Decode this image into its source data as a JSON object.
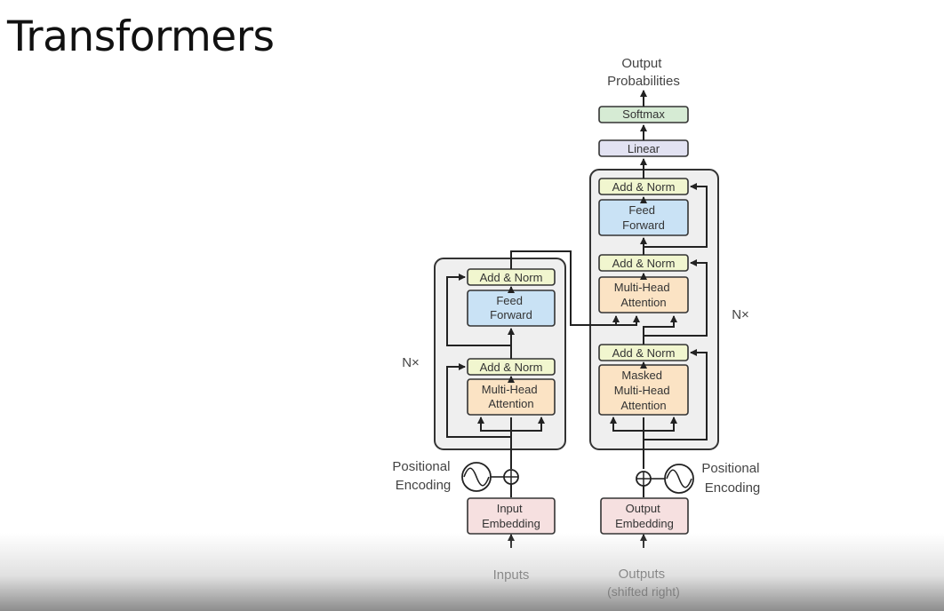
{
  "slide": {
    "title": "Transformers"
  },
  "diagram": {
    "output_label": [
      "Output",
      "Probabilities"
    ],
    "softmax": "Softmax",
    "linear": "Linear",
    "encoder": {
      "add_norm": "Add & Norm",
      "feed_forward": [
        "Feed",
        "Forward"
      ],
      "multi_head_attention": [
        "Multi-Head",
        "Attention"
      ],
      "repeat_label": "N×",
      "positional_encoding": [
        "Positional",
        "Encoding"
      ],
      "input_embedding": [
        "Input",
        "Embedding"
      ],
      "inputs": "Inputs"
    },
    "decoder": {
      "add_norm": "Add & Norm",
      "feed_forward": [
        "Feed",
        "Forward"
      ],
      "multi_head_attention": [
        "Multi-Head",
        "Attention"
      ],
      "masked_attention": [
        "Masked",
        "Multi-Head",
        "Attention"
      ],
      "repeat_label": "N×",
      "positional_encoding": [
        "Positional",
        "Encoding"
      ],
      "output_embedding": [
        "Output",
        "Embedding"
      ],
      "outputs": [
        "Outputs",
        "(shifted right)"
      ]
    },
    "colors": {
      "add_norm": "#f1f6cf",
      "feed_forward": "#c9e2f5",
      "attention": "#fbe3c4",
      "embedding": "#f6e0e0",
      "softmax": "#d6ebd4",
      "linear": "#e2e2f2",
      "stack_bg": "#efefef"
    }
  }
}
